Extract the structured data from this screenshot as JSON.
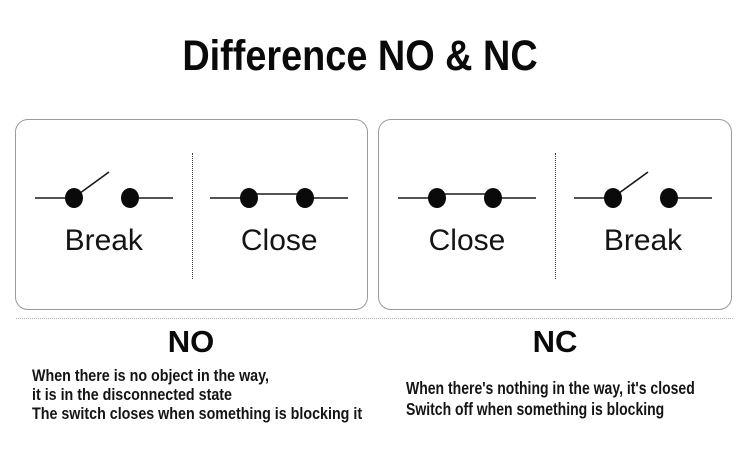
{
  "page": {
    "title": "Difference NO & NC",
    "background_color": "#ffffff",
    "text_color": "#111111",
    "panel_border_color": "#9a9a9a",
    "dot_color": "#0a0a0a"
  },
  "panels": [
    {
      "id": "no",
      "heading": "NO",
      "cells": [
        {
          "icon": "break-switch-icon",
          "label": "Break"
        },
        {
          "icon": "close-switch-icon",
          "label": "Close"
        }
      ],
      "description_lines": [
        "When there is no object in the way,",
        "it is in the disconnected state",
        "The switch closes when something is blocking it"
      ]
    },
    {
      "id": "nc",
      "heading": "NC",
      "cells": [
        {
          "icon": "close-switch-icon",
          "label": "Close"
        },
        {
          "icon": "break-switch-icon",
          "label": "Break"
        }
      ],
      "description_lines": [
        "When there's nothing in the way, it's closed",
        "Switch off when something is blocking"
      ]
    }
  ]
}
